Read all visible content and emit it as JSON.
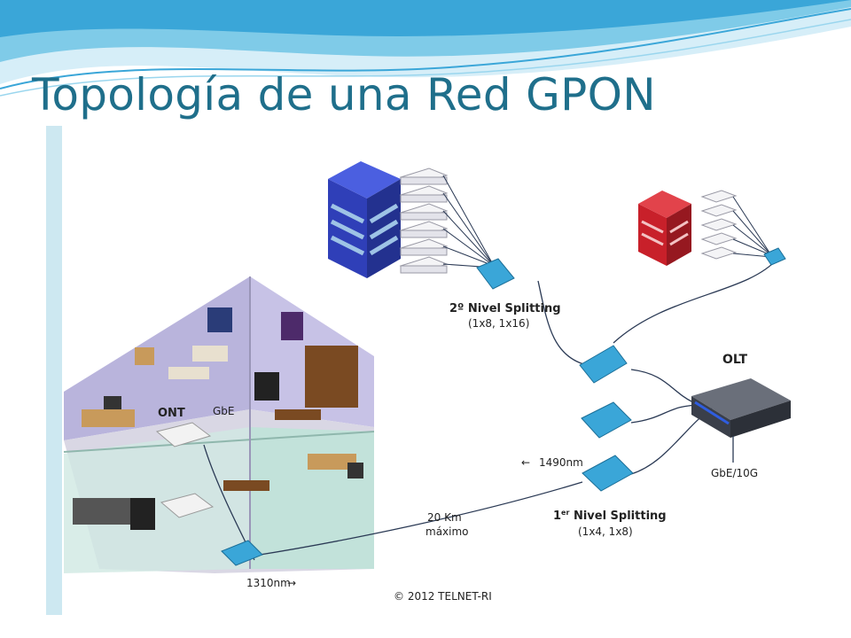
{
  "slide": {
    "title": "Topología de una Red GPON",
    "title_color": "#1f6f8b",
    "accent_colors": [
      "#3aa6d8",
      "#7fcbe8",
      "#d6eef8"
    ]
  },
  "diagram": {
    "labels": {
      "second_level": "2º Nivel Splitting",
      "second_level_ratio": "(1x8, 1x16)",
      "olt": "OLT",
      "ont": "ONT",
      "gbe": "GbE",
      "gbe_10g": "GbE/10G",
      "downstream": "1490nm",
      "first_level_sup": "er",
      "first_level_pre": "1",
      "first_level": "Nivel Splitting",
      "first_level_ratio": "(1x4, 1x8)",
      "distance": "20 Km",
      "distance_max": "máximo",
      "upstream": "1310nm",
      "copyright": "© 2012 TELNET-RI"
    },
    "colors": {
      "building_blue": "#2f3fb8",
      "building_red": "#c8202a",
      "splitter": "#3aa6d8",
      "fiber": "#2b3a55",
      "room_wall": "#b9b4dc",
      "room_floor": "#cfe9e2"
    }
  }
}
